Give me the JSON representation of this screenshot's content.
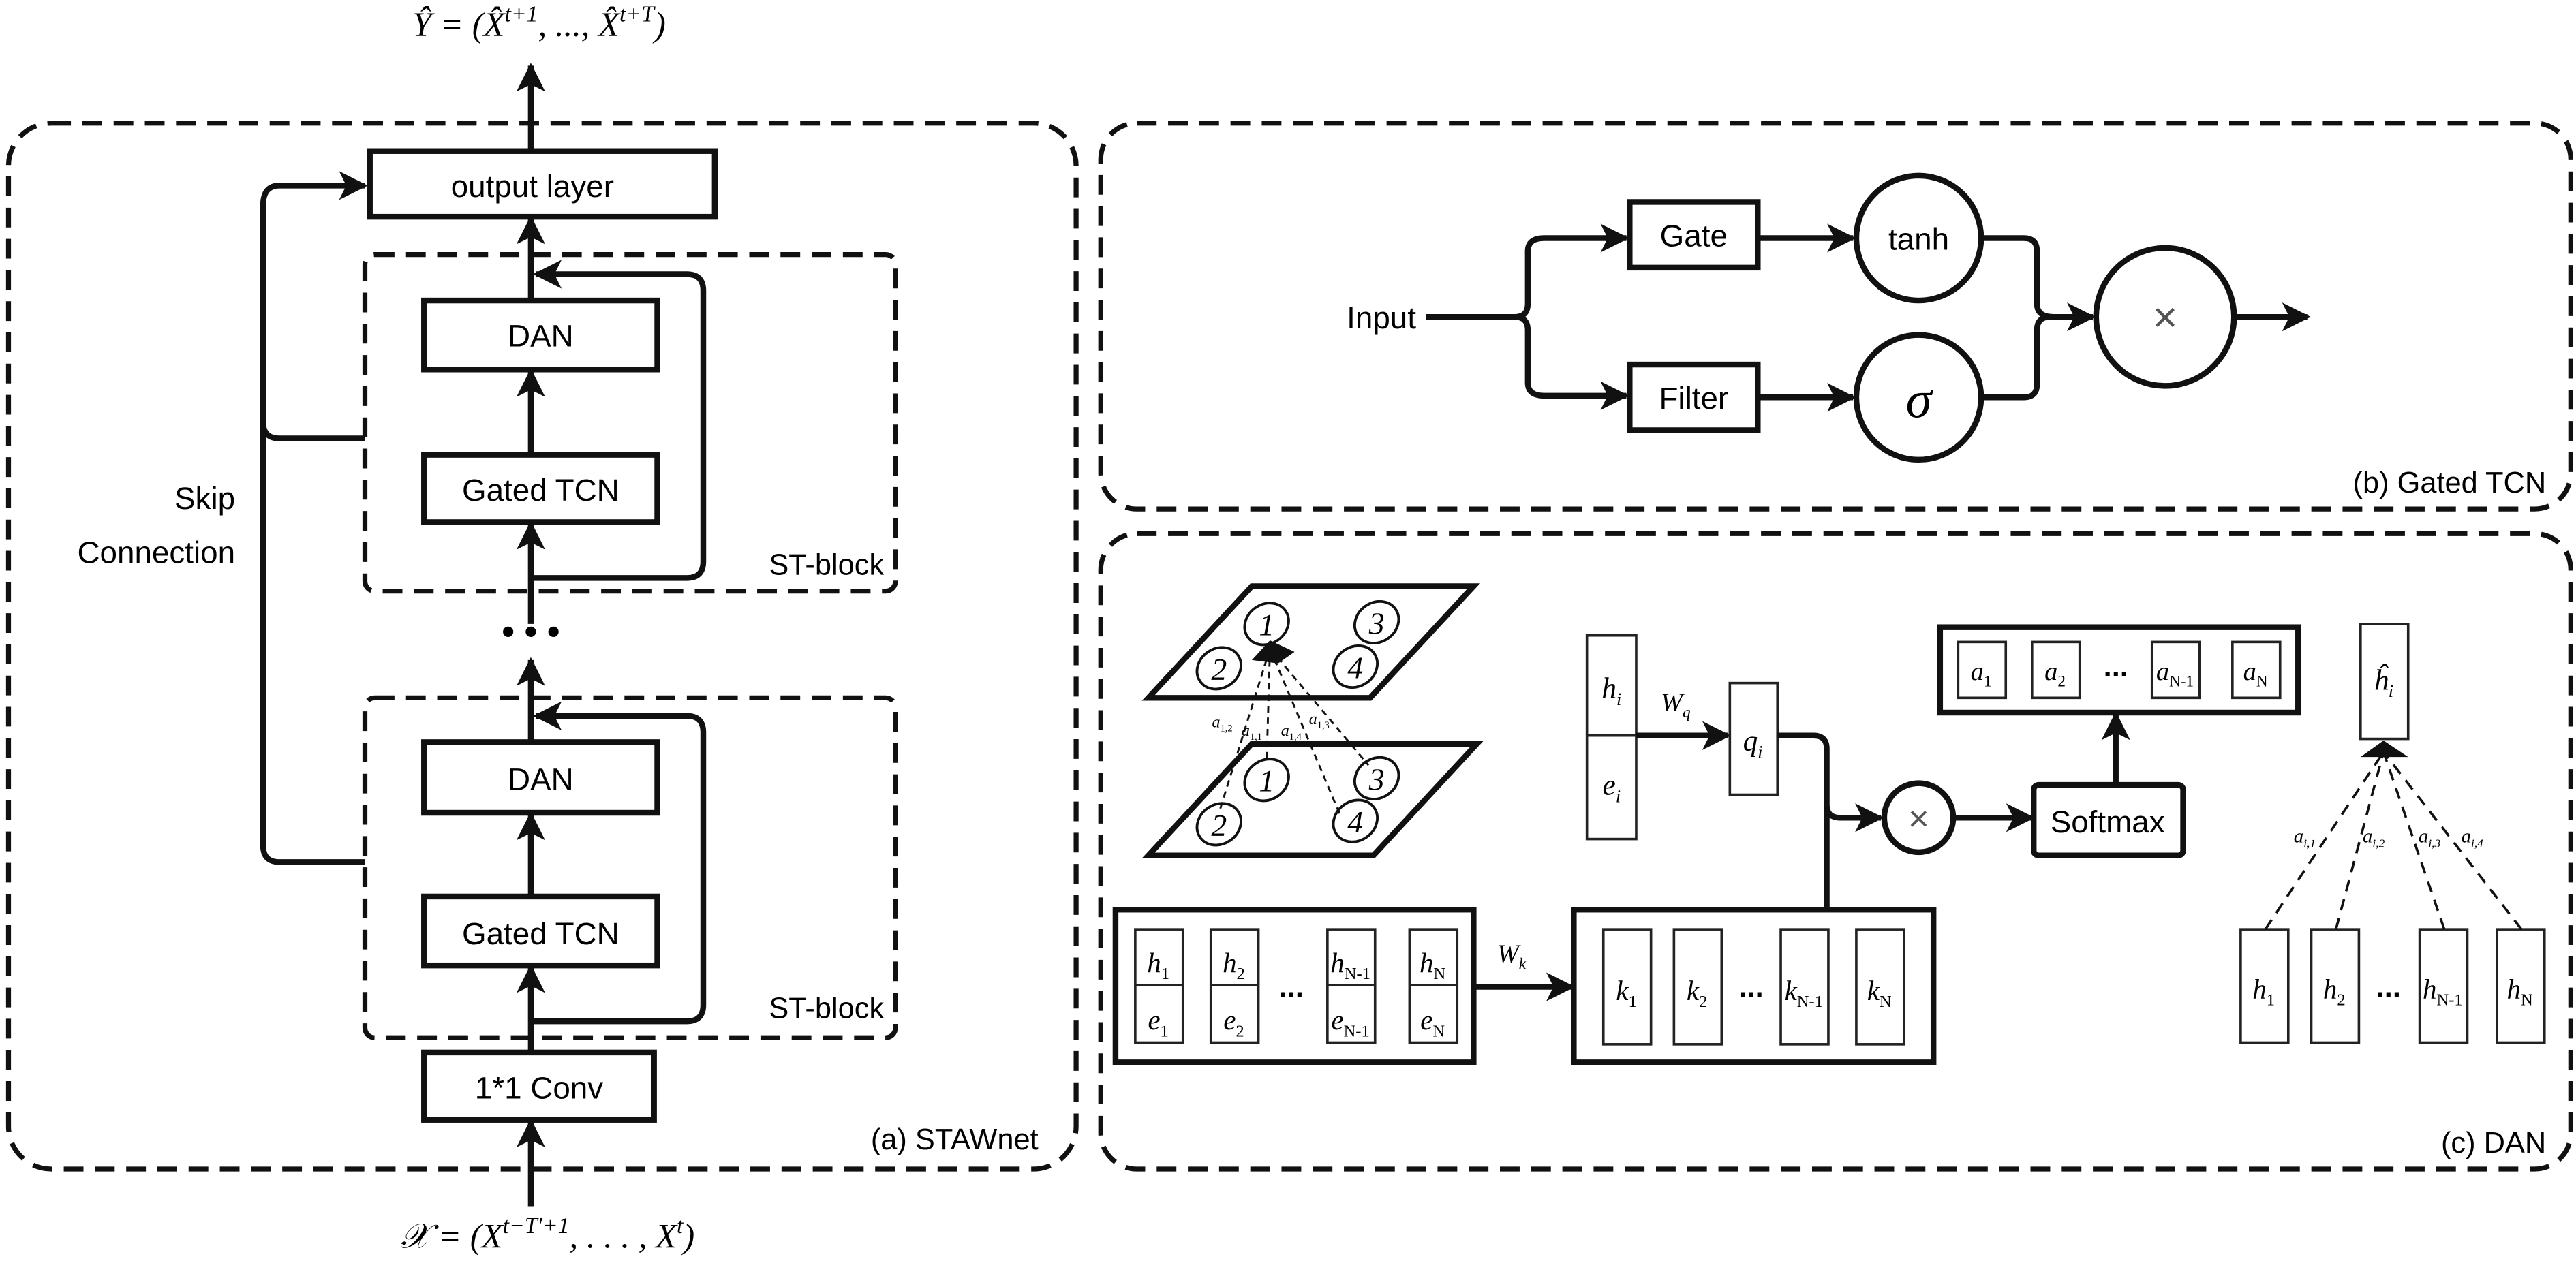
{
  "panel_a": {
    "caption": "(a) STAWnet",
    "output_formula": {
      "lhs": "Ŷ = (",
      "x1": "X̂",
      "s1": "t+1",
      "mid": ", ..., ",
      "x2": "X̂",
      "s2": "t+T",
      "end": ")"
    },
    "input_formula": {
      "lhs": "𝒳 = (",
      "x1": "X",
      "s1": "t−T′+1",
      "mid": ", . . . , ",
      "x2": "X",
      "s2": "t",
      "end": ")"
    },
    "output_layer": "output layer",
    "skip_label_1": "Skip",
    "skip_label_2": "Connection",
    "blocks": [
      {
        "name": "ST-block",
        "dan": "DAN",
        "tcn": "Gated TCN"
      },
      {
        "name": "ST-block",
        "dan": "DAN",
        "tcn": "Gated TCN"
      }
    ],
    "ellipsis": "• • •",
    "conv": "1*1 Conv"
  },
  "panel_b": {
    "caption": "(b) Gated TCN",
    "input": "Input",
    "gate": "Gate",
    "filter": "Filter",
    "tanh": "tanh",
    "sigma": "σ",
    "multiply": "×"
  },
  "panel_c": {
    "caption": "(c) DAN",
    "graph_nodes": [
      "1",
      "2",
      "3",
      "4"
    ],
    "edge_labels": [
      {
        "base": "a",
        "sub": "1,2"
      },
      {
        "base": "a",
        "sub": "1,1"
      },
      {
        "base": "a",
        "sub": "1,4"
      },
      {
        "base": "a",
        "sub": "1,3"
      }
    ],
    "query_vector": {
      "h": {
        "base": "h",
        "sub": "i"
      },
      "e": {
        "base": "e",
        "sub": "i"
      }
    },
    "wq": {
      "base": "W",
      "sub": "q"
    },
    "q": {
      "base": "q",
      "sub": "i"
    },
    "wk": {
      "base": "W",
      "sub": "k"
    },
    "he_columns": [
      {
        "h": {
          "base": "h",
          "sub": "1"
        },
        "e": {
          "base": "e",
          "sub": "1"
        }
      },
      {
        "h": {
          "base": "h",
          "sub": "2"
        },
        "e": {
          "base": "e",
          "sub": "2"
        }
      },
      {
        "h": {
          "base": "h",
          "sub": "N-1"
        },
        "e": {
          "base": "e",
          "sub": "N-1"
        }
      },
      {
        "h": {
          "base": "h",
          "sub": "N"
        },
        "e": {
          "base": "e",
          "sub": "N"
        }
      }
    ],
    "keys": [
      {
        "base": "k",
        "sub": "1"
      },
      {
        "base": "k",
        "sub": "2"
      },
      {
        "base": "k",
        "sub": "N-1"
      },
      {
        "base": "k",
        "sub": "N"
      }
    ],
    "multiply": "×",
    "softmax": "Softmax",
    "attn": [
      {
        "base": "a",
        "sub": "1"
      },
      {
        "base": "a",
        "sub": "2"
      },
      {
        "base": "a",
        "sub": "N-1"
      },
      {
        "base": "a",
        "sub": "N"
      }
    ],
    "h_hat": {
      "base": "ĥ",
      "sub": "i"
    },
    "agg_labels": [
      {
        "base": "a",
        "sub": "i,1"
      },
      {
        "base": "a",
        "sub": "i,2"
      },
      {
        "base": "a",
        "sub": "i,3"
      },
      {
        "base": "a",
        "sub": "i,4"
      }
    ],
    "h_inputs": [
      {
        "base": "h",
        "sub": "1"
      },
      {
        "base": "h",
        "sub": "2"
      },
      {
        "base": "h",
        "sub": "N-1"
      },
      {
        "base": "h",
        "sub": "N"
      }
    ],
    "ellipsis": "..."
  }
}
